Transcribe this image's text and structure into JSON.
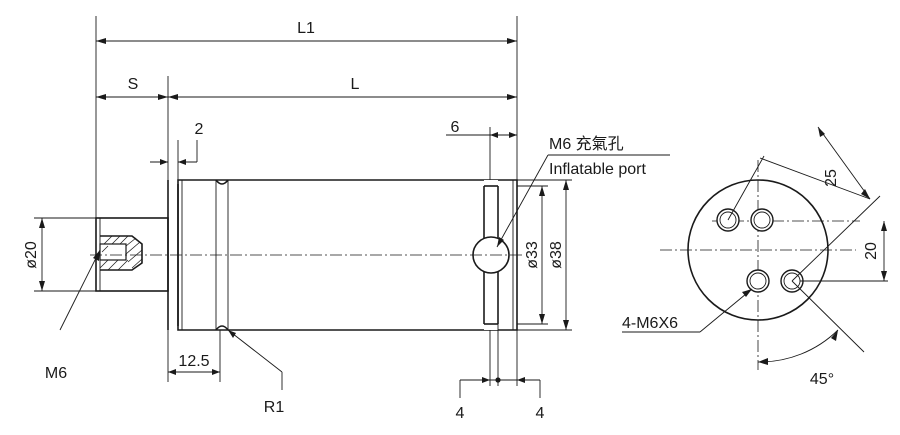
{
  "dimensions": {
    "L1": "L1",
    "S": "S",
    "L": "L",
    "two": "2",
    "six": "6",
    "d20": "ø20",
    "d33": "ø33",
    "d38": "ø38",
    "r1": "R1",
    "m6": "M6",
    "len12_5": "12.5",
    "four_left": "4",
    "four_right": "4",
    "dim25": "25",
    "dim20": "20",
    "deg45": "45°",
    "thread_holes": "4-M6X6"
  },
  "callouts": {
    "port_title": "M6 充氣孔",
    "port_subtitle": "Inflatable port"
  }
}
